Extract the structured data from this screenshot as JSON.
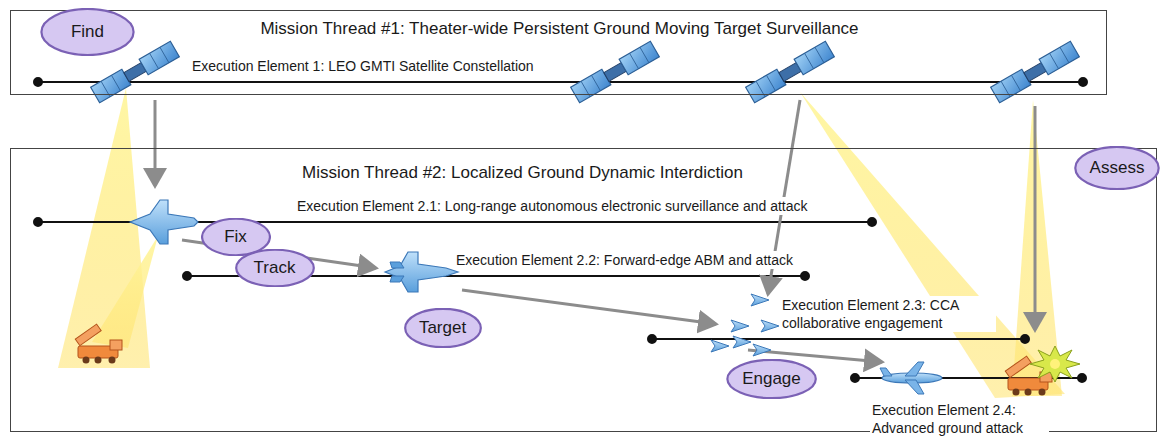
{
  "diagram": {
    "nodes": [
      {
        "text": [
          "Mission Thread #1: Theater-wide Persistent Ground Moving Target Surveillance"
        ]
      },
      {
        "text": [
          "Find"
        ],
        "in": 0
      },
      {
        "text": [
          "Mission Thread #2: Localized Ground Dynamic Interdiction"
        ]
      },
      {
        "text": [
          "Fix"
        ],
        "in": 2
      },
      {
        "text": [
          "Track"
        ],
        "in": 2
      },
      {
        "text": [
          "Target"
        ],
        "in": 2
      },
      {
        "text": [
          "Engage"
        ],
        "in": 2
      },
      {
        "text": [
          "Assess"
        ]
      }
    ],
    "labels": [
      "Execution Element 1: LEO GMTI Satellite Constellation",
      "Execution Element 2.1: Long-range autonomous electronic surveillance and attack",
      "Execution Element 2.2: Forward-edge ABM and attack",
      "Execution Element 2.3: CCA collaborative engagement",
      "Execution Element 2.4: Advanced ground attack"
    ]
  }
}
